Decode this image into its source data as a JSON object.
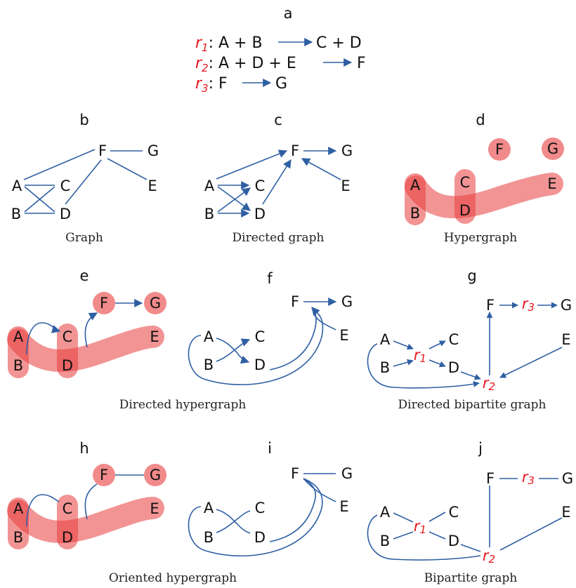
{
  "panels": {
    "a": "a",
    "b": "b",
    "c": "c",
    "d": "d",
    "e": "e",
    "f": "f",
    "g": "g",
    "h": "h",
    "i": "i",
    "j": "j"
  },
  "reactions": [
    {
      "r": "r",
      "sub": "1",
      "lhs": ": A + B",
      "rhs": "C + D"
    },
    {
      "r": "r",
      "sub": "2",
      "lhs": ": A + D + E",
      "rhs": "F"
    },
    {
      "r": "r",
      "sub": "3",
      "lhs": ": F",
      "rhs": "G"
    }
  ],
  "nodes": {
    "A": "A",
    "B": "B",
    "C": "C",
    "D": "D",
    "E": "E",
    "F": "F",
    "G": "G"
  },
  "reaction_nodes": {
    "r": "r",
    "s1": "1",
    "s2": "2",
    "s3": "3"
  },
  "captions": {
    "b": "Graph",
    "c": "Directed graph",
    "d": "Hypergraph",
    "e": "Directed hypergraph",
    "g": "Directed bipartite graph",
    "h": "Oriented hypergraph",
    "j": "Bipartite graph"
  },
  "colors": {
    "edge": "#2e5fa3",
    "hyperedge": "#e84343",
    "reaction": "#e8171f"
  }
}
